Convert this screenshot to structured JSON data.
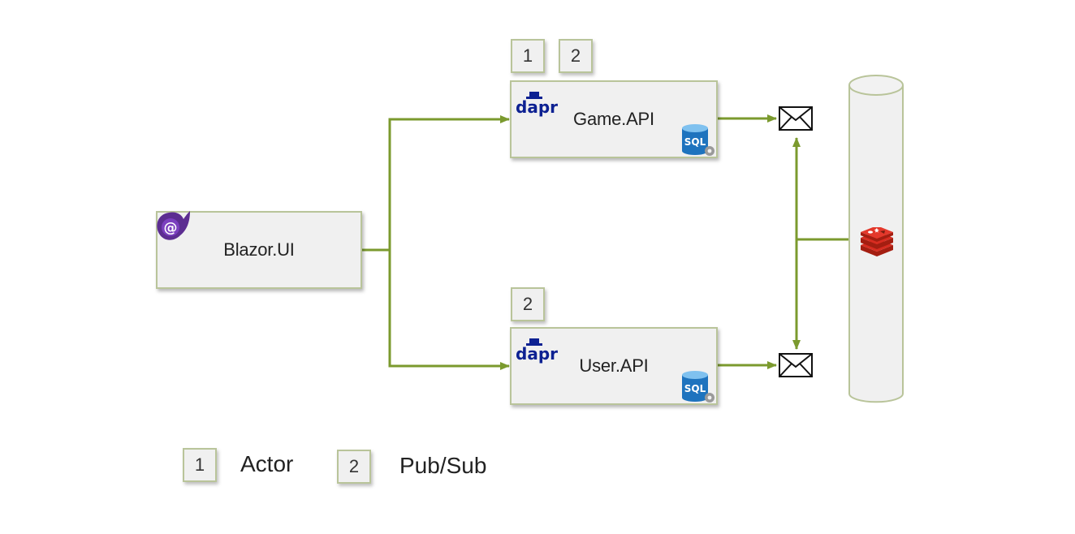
{
  "services": {
    "blazor": {
      "label": "Blazor.UI",
      "icon": "blazor-logo-icon"
    },
    "game": {
      "label": "Game.API",
      "icon": "dapr-logo-icon",
      "db_icon": "sql-database-icon",
      "badges": [
        "1",
        "2"
      ]
    },
    "user": {
      "label": "User.API",
      "icon": "dapr-logo-icon",
      "db_icon": "sql-database-icon",
      "badges": [
        "2"
      ]
    }
  },
  "message_icon": "envelope-icon",
  "store_icon": "redis-logo-icon",
  "legend": [
    {
      "badge": "1",
      "label": "Actor"
    },
    {
      "badge": "2",
      "label": "Pub/Sub"
    }
  ],
  "colors": {
    "arrow": "#7b9a2e",
    "box_border": "#b9c49a",
    "box_fill": "#f0f0f0",
    "dapr": "#0d2192",
    "blazor": "#5c2d91",
    "redis": "#d82c20",
    "sql": "#1e73be"
  }
}
